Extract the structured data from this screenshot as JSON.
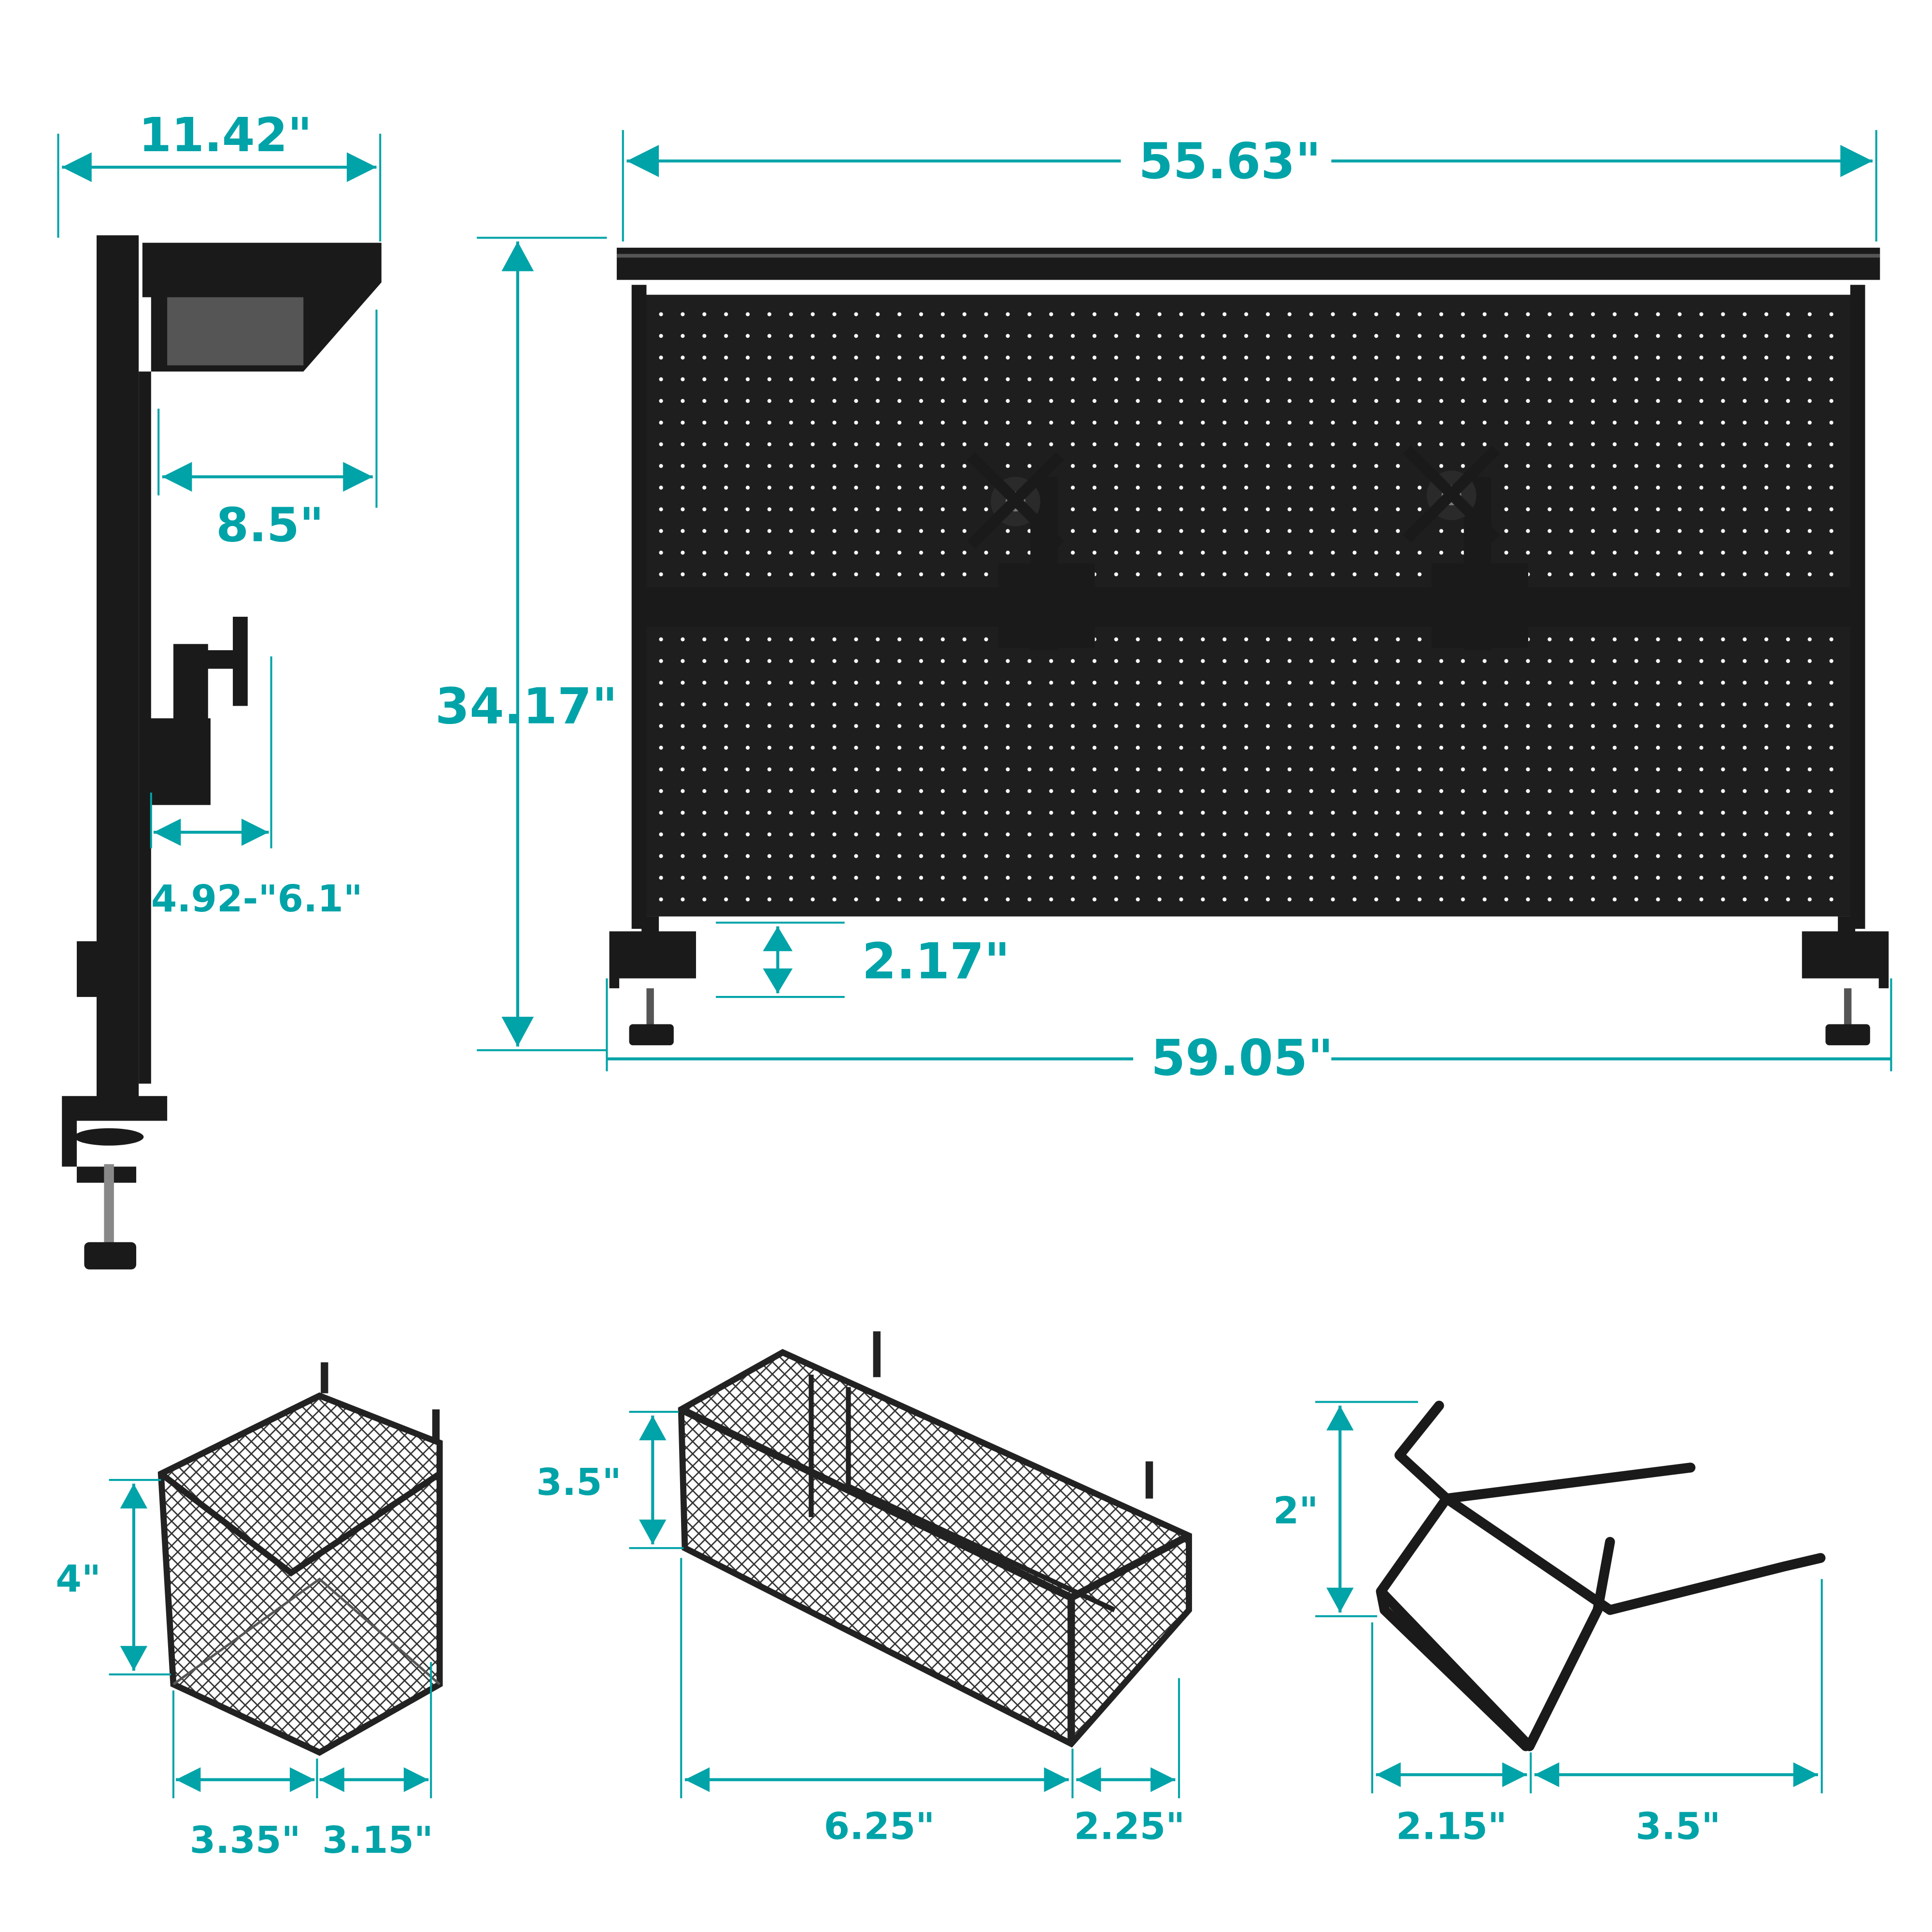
{
  "colors": {
    "dimension": "#00A3A8",
    "product": "#1A1A1A",
    "background": "#FFFFFF"
  },
  "side_view": {
    "depth_label": "11.42\"",
    "shelf_depth_label": "8.5\"",
    "arm_offset_label": "4.92-\"6.1\""
  },
  "front_view": {
    "top_width_label": "55.63\"",
    "height_label": "34.17\"",
    "clamp_gap_label": "2.17\"",
    "overall_width_label": "59.05\""
  },
  "small_basket": {
    "height_label": "4\"",
    "width_label": "3.35\"",
    "depth_label": "3.15\""
  },
  "long_basket": {
    "height_label": "3.5\"",
    "width_label": "6.25\"",
    "depth_label": "2.25\""
  },
  "hook": {
    "height_label": "2\"",
    "width_label": "2.15\"",
    "length_label": "3.5\""
  }
}
